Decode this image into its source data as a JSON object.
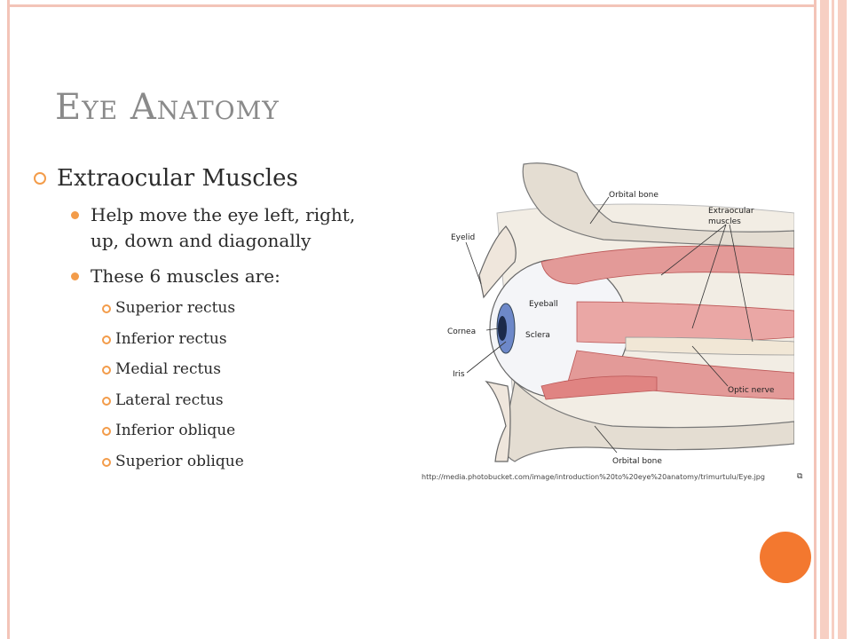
{
  "slide": {
    "title_first": "E",
    "title_first_rest": "ye",
    "title_second": "A",
    "title_second_rest": "natomy",
    "heading": "Extraocular Muscles",
    "sub_bullets": [
      "Help move the eye left, right,",
      "up, down and diagonally",
      "These 6 muscles are:"
    ],
    "muscles": [
      "Superior rectus",
      "Inferior rectus",
      "Medial rectus",
      "Lateral rectus",
      "Inferior oblique",
      "Superior oblique"
    ]
  },
  "figure": {
    "labels": {
      "orbital_bone_top": "Orbital bone",
      "extraocular": "Extraocular",
      "muscles": "muscles",
      "eyelid": "Eyelid",
      "eyeball": "Eyeball",
      "cornea": "Cornea",
      "sclera": "Sclera",
      "iris": "Iris",
      "optic_nerve": "Optic nerve",
      "orbital_bone_bottom": "Orbital bone"
    },
    "source_url": "http://media.photobucket.com/image/introduction%20to%20eye%20anatomy/trimurtulu/Eye.jpg"
  },
  "colors": {
    "accent": "#f39c4a",
    "circle": "#f3782f",
    "frame": "#f3c4b8",
    "title": "#8a8a8a"
  }
}
